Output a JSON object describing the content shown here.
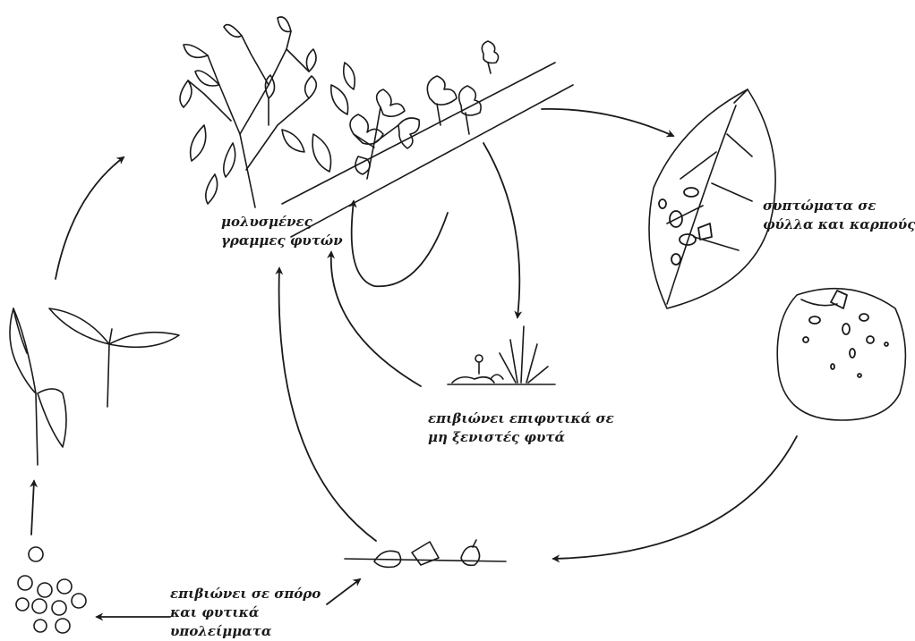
{
  "labels": {
    "infected_rows": {
      "line1": "μολυσμένες",
      "line2": "γραμμες φυτών"
    },
    "symptoms": {
      "line1": "συπτώματα σε",
      "line2": "φύλλα και καρπούς"
    },
    "epiphytic": {
      "line1": "επιβιώνει επιφυτικά σε",
      "line2": "μη ξενιστές φυτά"
    },
    "seed_survival": {
      "line1": "επιβιώνει σε σπόρο",
      "line2": "και φυτικά",
      "line3": "υπολείμματα"
    }
  },
  "colors": {
    "ink": "#1a1a1a",
    "background": "#ffffff"
  }
}
